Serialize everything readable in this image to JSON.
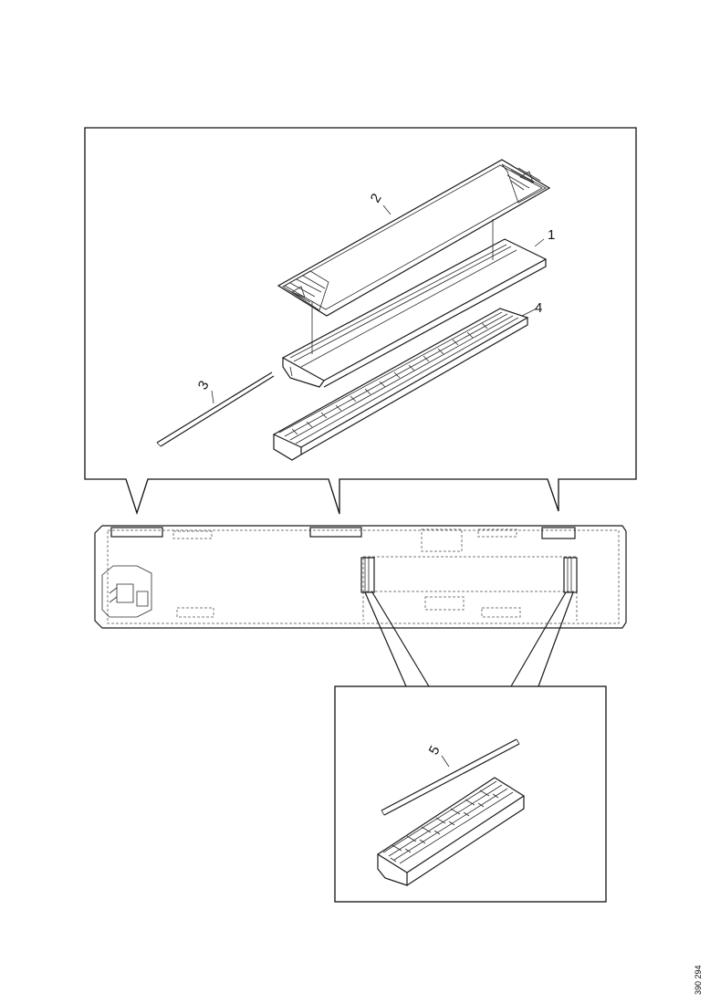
{
  "callouts": {
    "part_1": "1",
    "part_2": "2",
    "part_3": "3",
    "part_4": "4",
    "part_5": "5"
  },
  "reference_code": "390 294",
  "colors": {
    "line": "#1a1a1a",
    "background": "#ffffff",
    "hidden_line": "#7a7a7a"
  }
}
